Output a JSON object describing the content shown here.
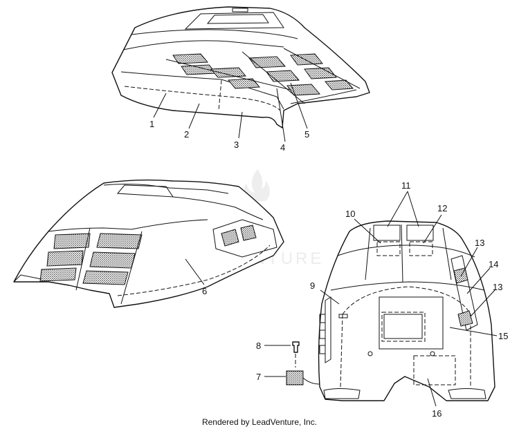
{
  "watermark": "LEADVENTURE",
  "footer": "Rendered by LeadVenture, Inc.",
  "callouts": [
    "1",
    "2",
    "3",
    "4",
    "5",
    "6",
    "7",
    "8",
    "9",
    "10",
    "11",
    "12",
    "13",
    "14",
    "13",
    "15",
    "16"
  ]
}
